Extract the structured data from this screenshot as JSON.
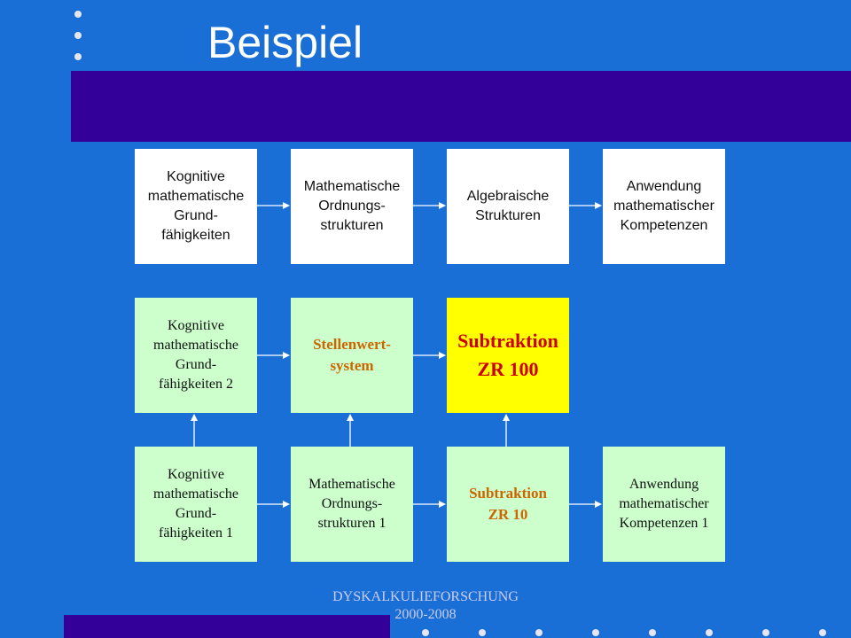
{
  "title": "Beispiel",
  "footer": {
    "line1": "DYSKALKULIEFORSCHUNG",
    "line2": "2000-2008"
  },
  "diagram": {
    "row_general": [
      "Kognitive\nmathematische\nGrund-\nfähigkeiten",
      "Mathematische\nOrdnungs-\nstrukturen",
      "Algebraische\nStrukturen",
      "Anwendung\nmathematischer\nKompetenzen"
    ],
    "row_level2": [
      "Kognitive\nmathematische\nGrund-\nfähigkeiten 2",
      "Stellenwert-\nsystem",
      "Subtraktion\nZR 100"
    ],
    "row_level1": [
      "Kognitive\nmathematische\nGrund-\nfähigkeiten 1",
      "Mathematische\nOrdnungs-\nstrukturen 1",
      "Subtraktion\nZR 10",
      "Anwendung\nmathematischer\nKompetenzen 1"
    ]
  },
  "colors": {
    "background": "#1a6fd6",
    "band": "#330099",
    "box_white": "#ffffff",
    "box_green": "#ccffcc",
    "box_highlight": "#ffff00",
    "highlight_text": "#cc0000",
    "accent_text": "#cc6600"
  }
}
